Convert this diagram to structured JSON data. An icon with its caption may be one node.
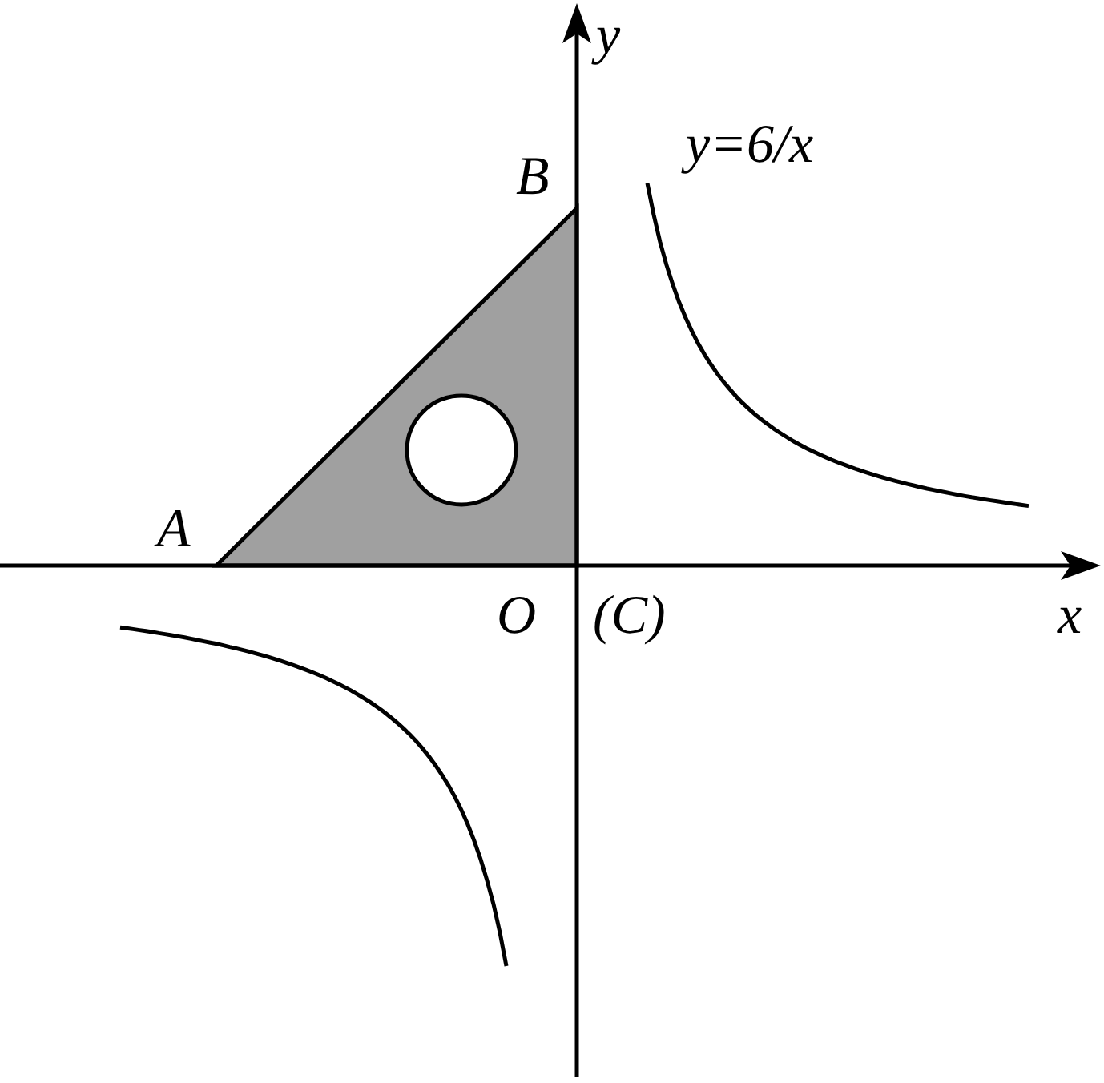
{
  "diagram": {
    "labels": [
      "y",
      "y=6/x",
      "B",
      "A",
      "O",
      "(C)",
      "x"
    ]
  }
}
